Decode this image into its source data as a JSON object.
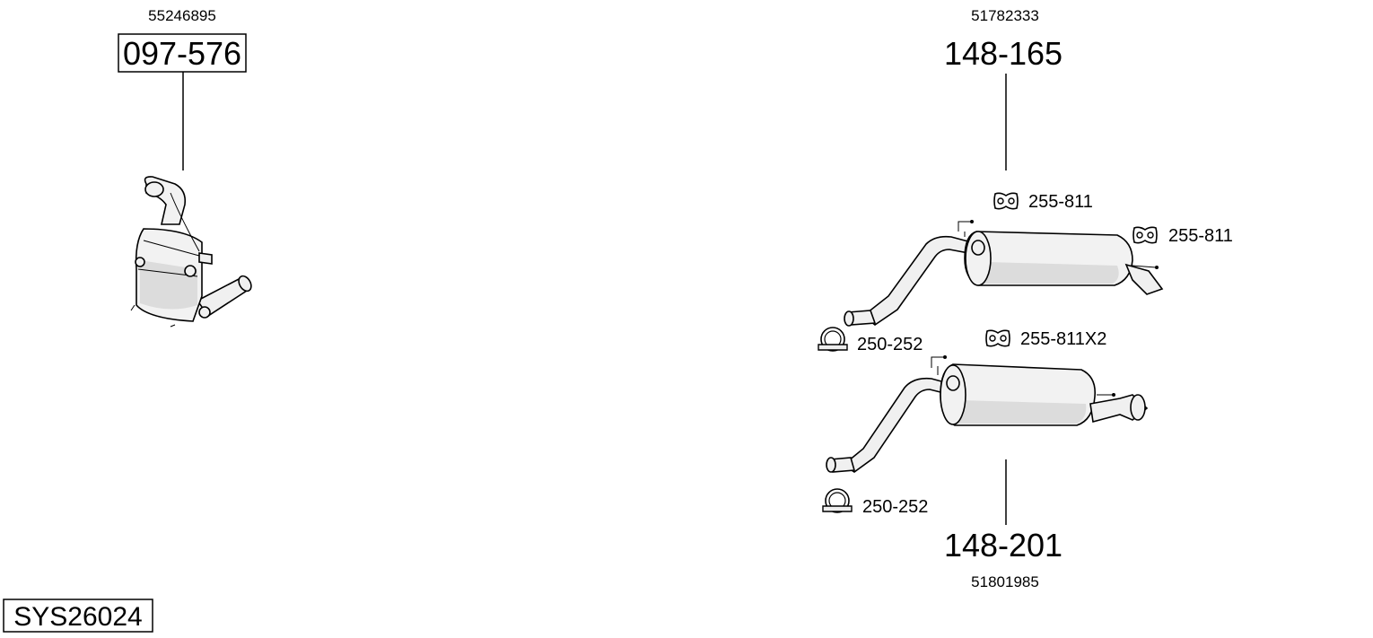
{
  "diagram": {
    "system_code": "SYS26024",
    "parts": [
      {
        "part_number": "097-576",
        "oem_number": "55246895",
        "boxed": true
      },
      {
        "part_number": "148-165",
        "oem_number": "51782333",
        "boxed": false
      },
      {
        "part_number": "148-201",
        "oem_number": "51801985",
        "boxed": false
      }
    ],
    "accessories": [
      {
        "part_number": "255-811",
        "icon": "rubber-mount-icon"
      },
      {
        "part_number": "255-811",
        "icon": "rubber-mount-icon"
      },
      {
        "part_number": "250-252",
        "icon": "pipe-clamp-icon"
      },
      {
        "part_number": "255-811X2",
        "icon": "rubber-mount-icon"
      },
      {
        "part_number": "250-252",
        "icon": "pipe-clamp-icon"
      }
    ]
  }
}
